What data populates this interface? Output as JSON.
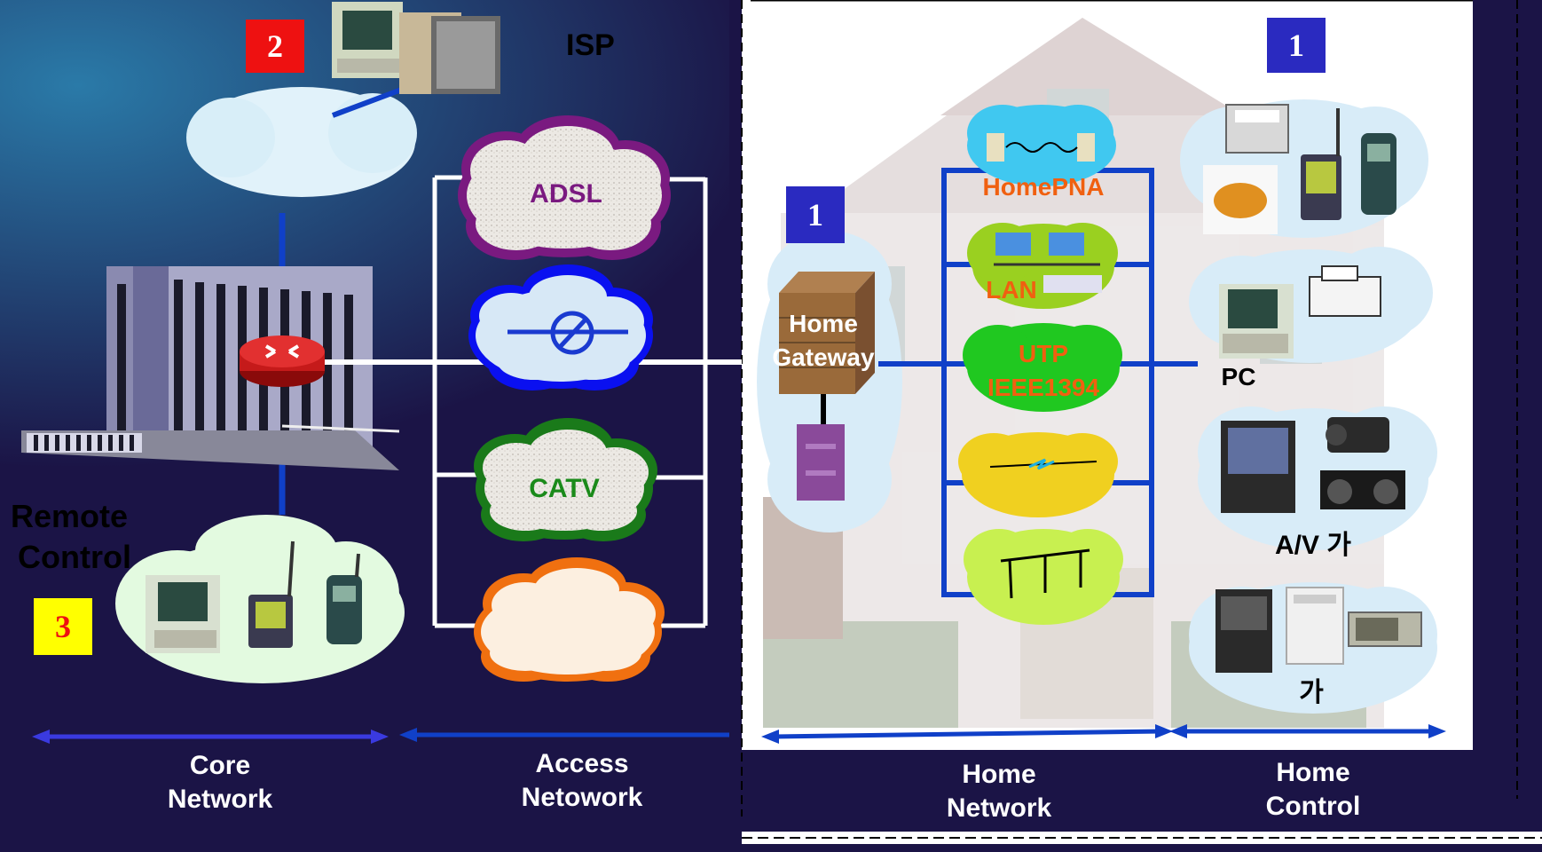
{
  "badges": {
    "isp_number": "2",
    "remote_number": "3",
    "home_number_top": "1",
    "gateway_number": "1"
  },
  "labels": {
    "isp": "ISP",
    "remote_control_line1": "Remote",
    "remote_control_line2": "Control",
    "adsl": "ADSL",
    "catv": "CATV",
    "home_gateway_line1": "Home",
    "home_gateway_line2": "Gateway",
    "homepna": "HomePNA",
    "lan": "LAN",
    "utp_line1": "UTP",
    "utp_line2": "IEEE1394",
    "pc": "PC",
    "av": "A/V 가",
    "appliance": "가"
  },
  "bottom": {
    "core_line1": "Core",
    "core_line2": "Network",
    "access_line1": "Access",
    "access_line2": "Netowork",
    "home_net_line1": "Home",
    "home_net_line2": "Network",
    "home_ctrl_line1": "Home",
    "home_ctrl_line2": "Control"
  },
  "colors": {
    "background": "#1b1446",
    "wire_blue": "#1040c8",
    "adsl_purple": "#7a1a80",
    "catv_green": "#1a8a1a",
    "orange": "#f07010",
    "badge_red": "#ee1111",
    "badge_yellow": "#ffff00",
    "badge_blue": "#2a2ac0"
  }
}
